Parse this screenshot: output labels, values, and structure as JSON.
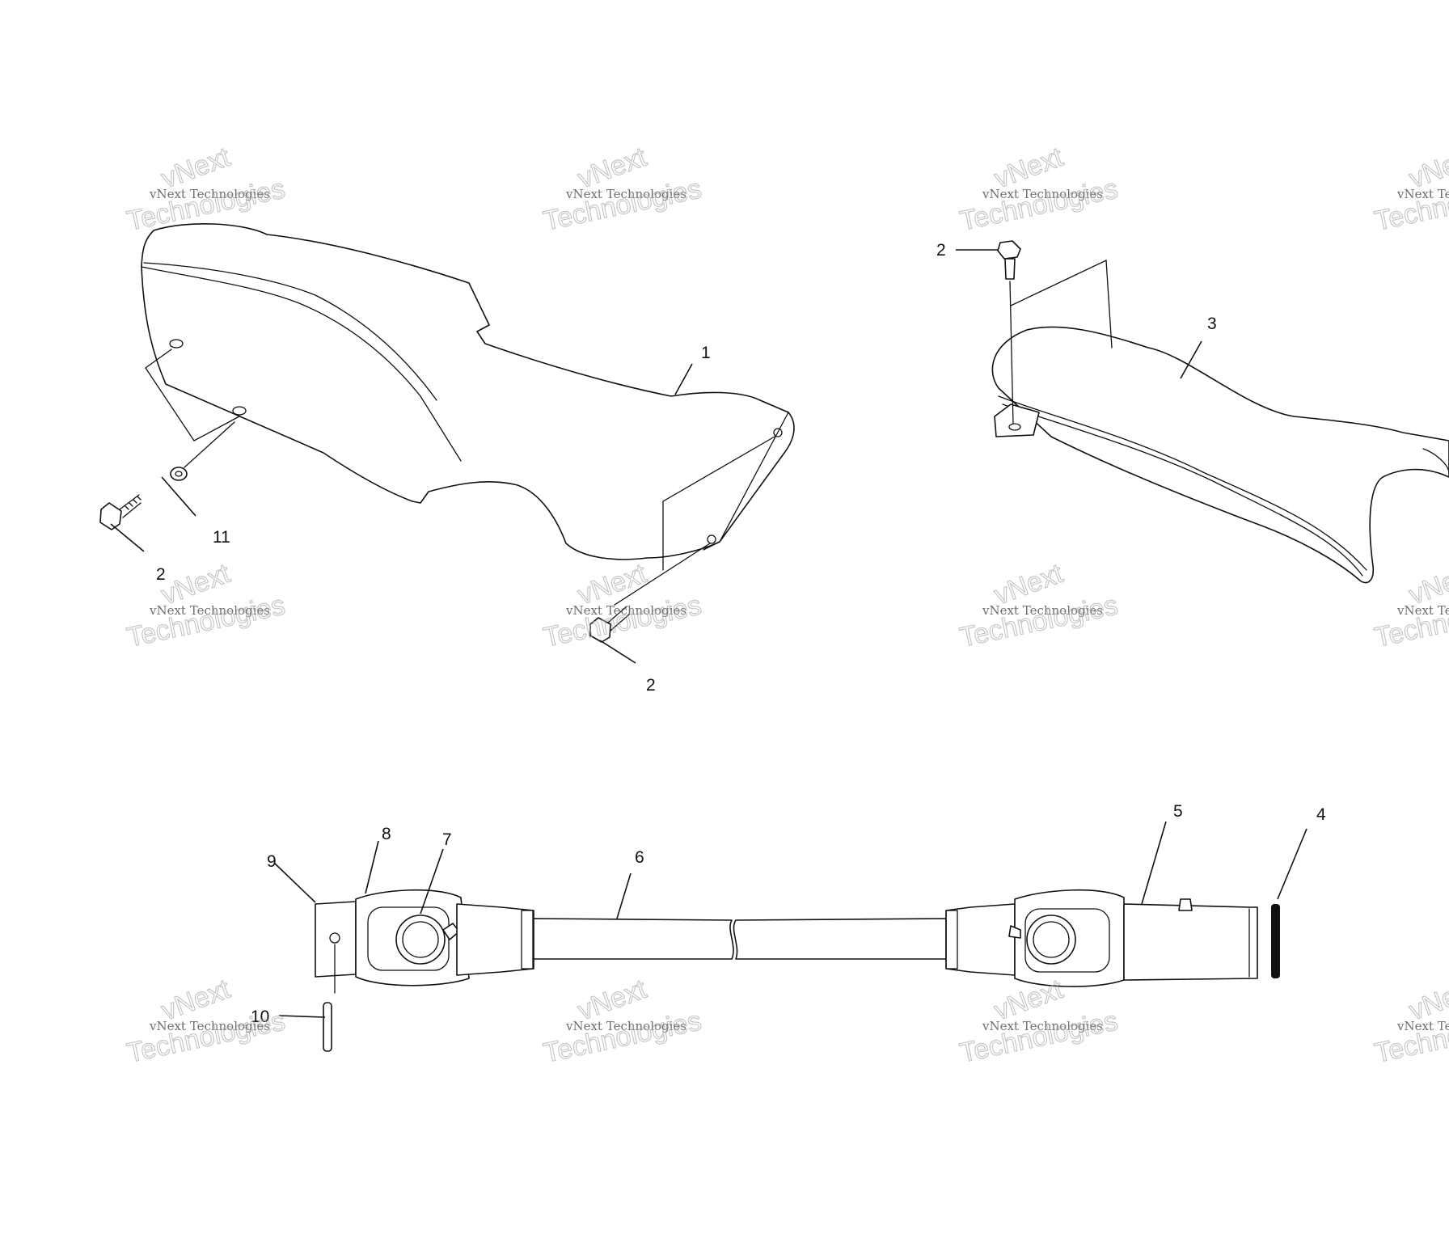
{
  "watermark": {
    "line_small": "vNext Technologies",
    "line_big_top": "vNext",
    "line_big_bottom": "Technologies"
  },
  "callouts": {
    "c1": "1",
    "c2a": "2",
    "c2b": "2",
    "c2c": "2",
    "c3": "3",
    "c4": "4",
    "c5": "5",
    "c6": "6",
    "c7": "7",
    "c8": "8",
    "c9": "9",
    "c10": "10",
    "c11": "11"
  }
}
